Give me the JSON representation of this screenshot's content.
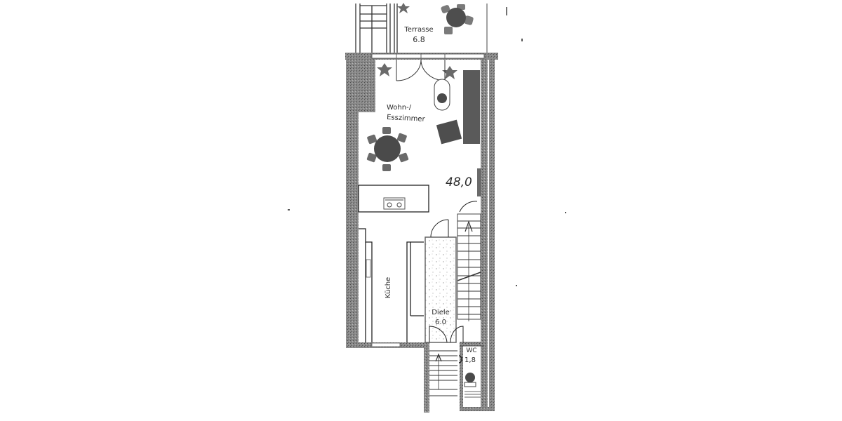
{
  "diagram": {
    "type": "floor-plan",
    "title": "Ground floor plan (Erdgeschoss)",
    "colors": {
      "wall": "#6e6e6e",
      "wall_dark": "#4a4a4a",
      "line": "#2a2a2a",
      "furniture": "#555555",
      "background": "#ffffff"
    },
    "rooms": [
      {
        "id": "terrasse",
        "label": "Terrasse",
        "area": "6.8"
      },
      {
        "id": "wohn-ess",
        "label_line1": "Wohn-/",
        "label_line2": "Esszimmer",
        "area": "48,0"
      },
      {
        "id": "kueche",
        "label": "Küche"
      },
      {
        "id": "diele",
        "label": "Diele",
        "area": "6.0"
      },
      {
        "id": "wc",
        "label": "WC",
        "area": "1,8"
      }
    ]
  }
}
